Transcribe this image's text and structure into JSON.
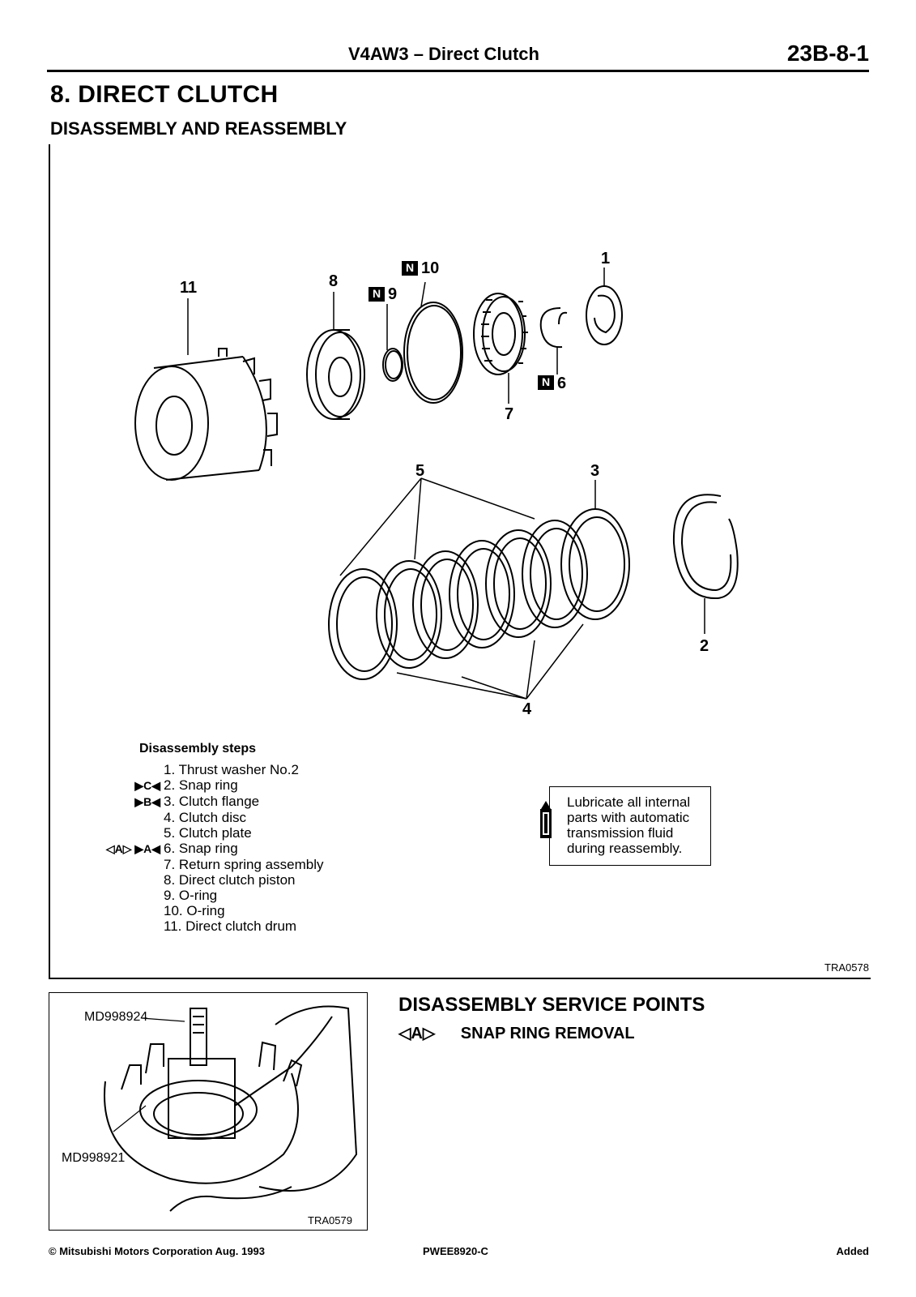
{
  "header": {
    "title": "V4AW3 – Direct Clutch",
    "page_number": "23B-8-1"
  },
  "section": {
    "title": "8. DIRECT CLUTCH",
    "subtitle": "DISASSEMBLY AND REASSEMBLY"
  },
  "diagram": {
    "callouts": [
      "1",
      "2",
      "3",
      "4",
      "5",
      "6",
      "7",
      "8",
      "9",
      "10",
      "11"
    ],
    "new_part_marks": [
      "N",
      "N",
      "N"
    ],
    "figure_id": "TRA0578"
  },
  "disassembly": {
    "heading": "Disassembly steps",
    "steps": [
      {
        "marks": "",
        "text": "1. Thrust washer No.2"
      },
      {
        "marks": "▶C◀",
        "text": "2. Snap ring"
      },
      {
        "marks": "▶B◀",
        "text": "3. Clutch flange"
      },
      {
        "marks": "",
        "text": "4. Clutch disc"
      },
      {
        "marks": "",
        "text": "5. Clutch plate"
      },
      {
        "marks": "◁A▷ ▶A◀",
        "text": "6. Snap ring"
      },
      {
        "marks": "",
        "text": "7. Return spring assembly"
      },
      {
        "marks": "",
        "text": "8. Direct clutch piston"
      },
      {
        "marks": "",
        "text": "9. O-ring"
      },
      {
        "marks": "",
        "text": "10. O-ring"
      },
      {
        "marks": "",
        "text": "11. Direct clutch drum"
      }
    ]
  },
  "lubricate_note": {
    "lines": [
      "Lubricate all internal",
      "parts with automatic",
      "transmission fluid",
      "during reassembly."
    ]
  },
  "service_figure": {
    "tool_top": "MD998924",
    "tool_bottom": "MD998921",
    "figure_id": "TRA0579"
  },
  "service_points": {
    "title": "DISASSEMBLY SERVICE POINTS",
    "mark": "◁A▷",
    "item": "SNAP RING REMOVAL"
  },
  "footer": {
    "copyright": "© Mitsubishi Motors Corporation   Aug. 1993",
    "code": "PWEE8920-C",
    "status": "Added"
  }
}
